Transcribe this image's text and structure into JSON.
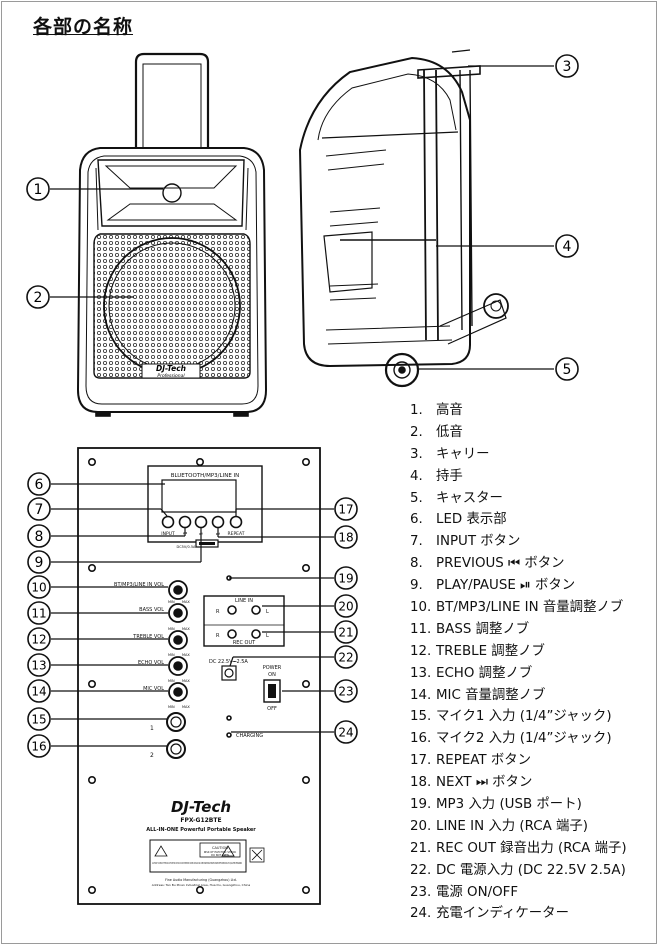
{
  "title": "各部の名称",
  "callout_numbers": [
    "1",
    "2",
    "3",
    "4",
    "5",
    "6",
    "7",
    "8",
    "9",
    "10",
    "11",
    "12",
    "13",
    "14",
    "15",
    "16",
    "17",
    "18",
    "19",
    "20",
    "21",
    "22",
    "23",
    "24"
  ],
  "panel": {
    "display_label": "BLUETOOTH/MP3/LINE IN",
    "buttons": [
      "INPUT",
      "⏮",
      "⏯",
      "⏭",
      "REPEAT"
    ],
    "usb_label": "DC5V/0.5A",
    "knobs": [
      {
        "label": "BT/MP3/LINE IN VOL",
        "min": "MIN",
        "max": "MAX"
      },
      {
        "label": "BASS VOL",
        "min": "MIN",
        "max": "MAX"
      },
      {
        "label": "TREBLE VOL",
        "min": "MIN",
        "max": "MAX"
      },
      {
        "label": "ECHO VOL",
        "min": "MIN",
        "max": "MAX"
      },
      {
        "label": "MIC VOL",
        "min": "MIN",
        "max": "MAX"
      }
    ],
    "line_in": "LINE IN",
    "rec_out": "REC OUT",
    "rca_l": "L",
    "rca_r": "R",
    "dc_input": "DC 22.5V⎓2.5A",
    "power_label": "POWER",
    "power_on": "ON",
    "power_off": "OFF",
    "charging": "CHARGING",
    "mic1": "1",
    "mic2": "2",
    "brand": "DJ-Tech",
    "model": "FPX-G12BTE",
    "tagline": "ALL-IN-ONE Powerful Portable Speaker",
    "caution_title": "CAUTION",
    "caution_lines": [
      "RISK OF ELECTRIC SHOCK",
      "DO NOT OPEN"
    ],
    "caution_text": "CAUTION: TO REDUCE THE RISK OF ELECTRIC SHOCK DO NOT REMOVE COVER OR BACK NO USER SERVICEABLE PARTS INSIDE REFER SERVICING TO QUALIFIED PERSONNEL",
    "maker": "Fine Audio Manufacturing (Guangzhou) Ltd.",
    "address": "Address: Tan Bu Pinan Industrial Area, Hua Du, Guangzhou, China"
  },
  "speaker": {
    "badge_brand": "DJ-Tech",
    "badge_sub": "Professional"
  },
  "parts": [
    {
      "num": "1.",
      "text": "高音"
    },
    {
      "num": "2.",
      "text": "低音"
    },
    {
      "num": "3.",
      "text": "キャリー"
    },
    {
      "num": "4.",
      "text": "持手"
    },
    {
      "num": "5.",
      "text": "キャスター"
    },
    {
      "num": "6.",
      "text": "LED 表示部"
    },
    {
      "num": "7.",
      "text": "INPUT ボタン"
    },
    {
      "num": "8.",
      "text": "PREVIOUS ⏮ ボタン"
    },
    {
      "num": "9.",
      "text": "PLAY/PAUSE ⏯ ボタン"
    },
    {
      "num": "10.",
      "text": "BT/MP3/LINE IN 音量調整ノブ"
    },
    {
      "num": "11.",
      "text": "BASS 調整ノブ"
    },
    {
      "num": "12.",
      "text": "TREBLE 調整ノブ"
    },
    {
      "num": "13.",
      "text": "ECHO 調整ノブ"
    },
    {
      "num": "14.",
      "text": "MIC 音量調整ノブ"
    },
    {
      "num": "15.",
      "text": "マイク1 入力 (1/4”ジャック)"
    },
    {
      "num": "16.",
      "text": "マイク2 入力 (1/4”ジャック)"
    },
    {
      "num": "17.",
      "text": "REPEAT ボタン"
    },
    {
      "num": "18.",
      "text": "NEXT ⏭ ボタン"
    },
    {
      "num": "19.",
      "text": "MP3 入力 (USB ポート)"
    },
    {
      "num": "20.",
      "text": "LINE IN 入力 (RCA 端子)"
    },
    {
      "num": "21.",
      "text": "REC OUT 録音出力 (RCA 端子)"
    },
    {
      "num": "22.",
      "text": "DC 電源入力 (DC 22.5V 2.5A)"
    },
    {
      "num": "23.",
      "text": "電源 ON/OFF"
    },
    {
      "num": "24.",
      "text": "充電インディケーター"
    }
  ]
}
